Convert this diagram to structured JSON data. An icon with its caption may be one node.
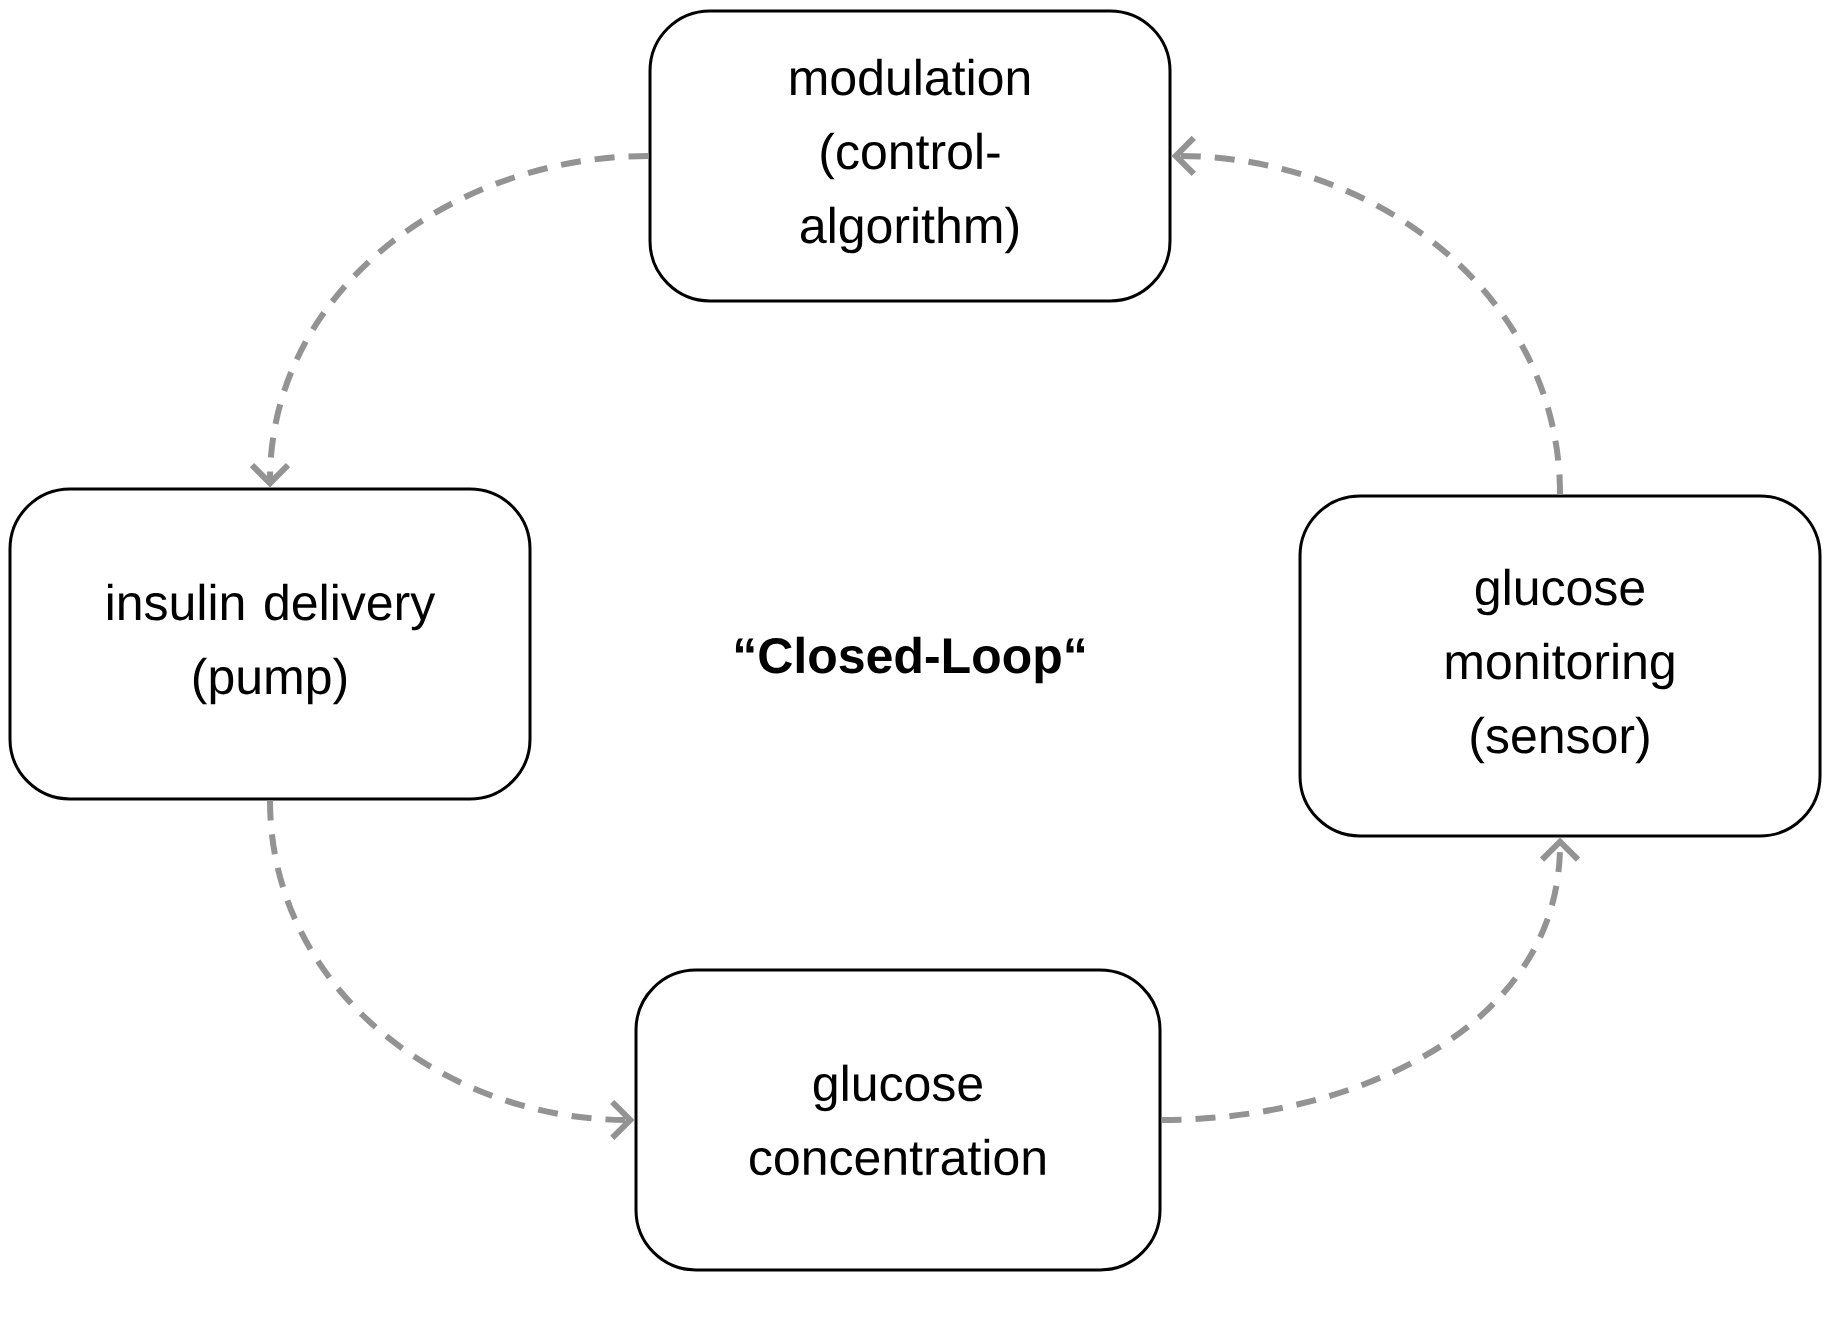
{
  "diagram": {
    "nodes": [
      {
        "text": [
          "modulation (control-algorithm)"
        ]
      },
      {
        "text": [
          "insulin delivery (pump)"
        ]
      },
      {
        "text": [
          "glucose monitoring (sensor)"
        ]
      },
      {
        "text": [
          "glucose concentration"
        ]
      }
    ],
    "edges": [
      {
        "from": 0,
        "to": 1,
        "arrow": "to",
        "style": "dashed"
      },
      {
        "from": 1,
        "to": 3,
        "arrow": "to",
        "style": "dashed"
      },
      {
        "from": 3,
        "to": 2,
        "arrow": "to",
        "style": "dashed"
      },
      {
        "from": 2,
        "to": 0,
        "arrow": "to",
        "style": "dashed"
      }
    ],
    "labels": [
      "“Closed-Loop“"
    ]
  }
}
